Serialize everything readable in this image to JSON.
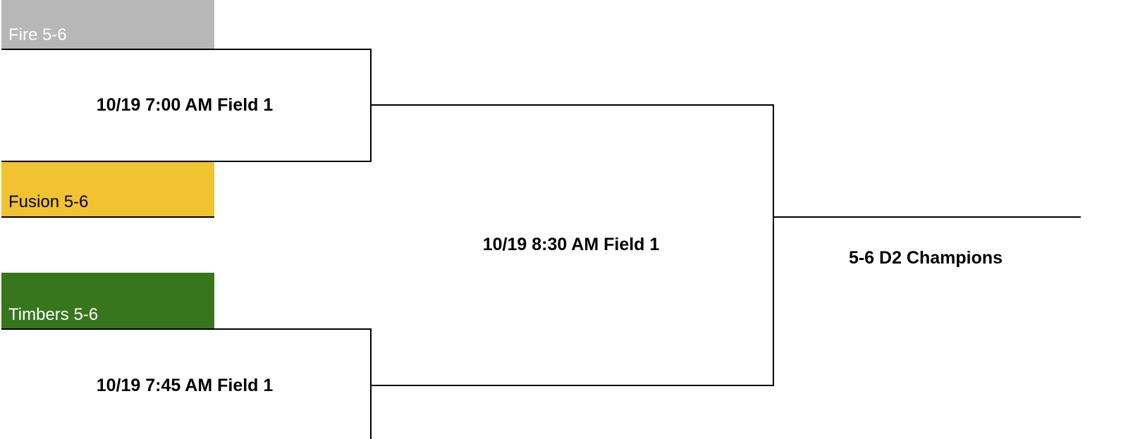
{
  "teams": [
    {
      "name": "Fire 5-6",
      "color": "#b7b7b7",
      "text_color": "#ffffff"
    },
    {
      "name": "Fusion 5-6",
      "color": "#f1c232",
      "text_color": "#000000"
    },
    {
      "name": "Timbers 5-6",
      "color": "#38761d",
      "text_color": "#ffffff"
    }
  ],
  "games": {
    "game1": "10/19 7:00 AM Field 1",
    "game2": "10/19 7:45 AM Field 1",
    "final": "10/19 8:30 AM Field 1"
  },
  "champion_label": "5-6 D2 Champions"
}
